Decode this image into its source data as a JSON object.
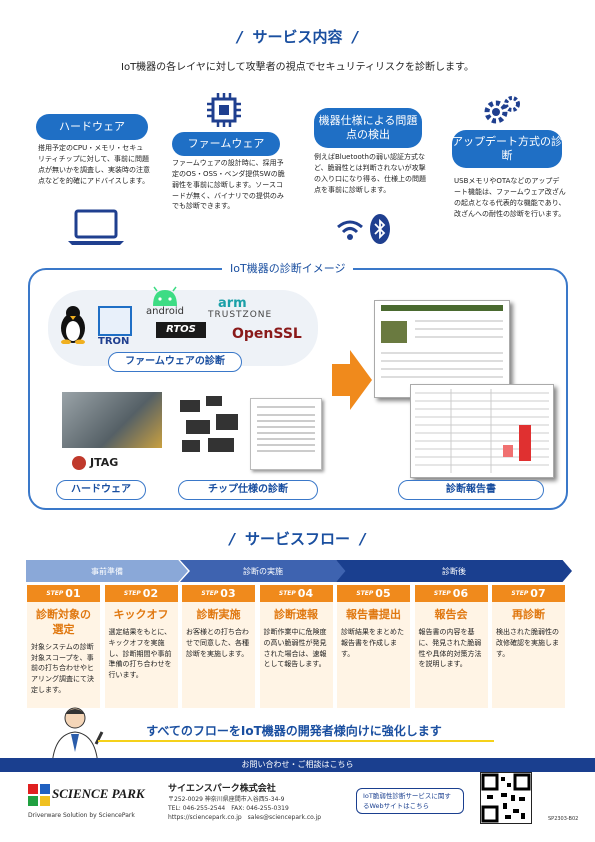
{
  "header": {
    "title": "サービス内容",
    "lead": "IoT機器の各レイヤに対して攻撃者の視点でセキュリティリスクを診断します。"
  },
  "services": [
    {
      "title": "ハードウェア",
      "text": "搭用予定のCPU・メモリ・セキュリティチップに対して、事前に問題点が無いかを調査し、実装時の注意点などを的確にアドバイスします。"
    },
    {
      "title": "ファームウェア",
      "text": "ファームウェアの設計時に、採用予定のOS・OSS・ベンダ提供SWの脆弱性を事前に診断します。ソースコードが無く、バイナリでの提供のみでも診断できます。"
    },
    {
      "title": "機器仕様による問題点の検出",
      "text": "例えばBluetoothの弱い認証方式など、脆弱性とは判断されないが攻撃の入り口になり得る、仕様上の問題点を事前に診断します。"
    },
    {
      "title": "アップデート方式の診断",
      "text": "USBメモリやOTAなどのアップデート機能は、ファームウェア改ざんの起点となる代表的な機能であり、改ざんへの耐性の診断を行います。"
    }
  ],
  "diagram": {
    "title": "IoT機器の診断イメージ",
    "logos": {
      "tron": "TRON",
      "android": "android",
      "arm": "arm",
      "trustzone": "TRUSTZONE",
      "rtos": "RTOS",
      "openssl": "OpenSSL",
      "jtag": "JTAG"
    },
    "tags": {
      "firmware": "ファームウェアの診断",
      "hardware": "ハードウェア",
      "chip": "チップ仕様の診断",
      "report": "診断報告書"
    }
  },
  "flow": {
    "title": "サービスフロー",
    "phases": [
      "事前準備",
      "診断の実施",
      "診断後"
    ],
    "step_prefix": "STEP",
    "steps": [
      {
        "no": "01",
        "name": "診断対象の\n選定",
        "desc": "対象システムの診断対象スコープを、事前の打ち合わせやヒアリング調査にて決定します。"
      },
      {
        "no": "02",
        "name": "キックオフ",
        "desc": "選定結果をもとに、キックオフを実施し、診断期間や事前準備の打ち合わせを行います。"
      },
      {
        "no": "03",
        "name": "診断実施",
        "desc": "お客様との打ち合わせで同意した、各種診断を実施します。"
      },
      {
        "no": "04",
        "name": "診断速報",
        "desc": "診断作業中に危険度の高い脆弱性が発見された場合は、速報として報告します。"
      },
      {
        "no": "05",
        "name": "報告書提出",
        "desc": "診断結果をまとめた報告書を作成します。"
      },
      {
        "no": "06",
        "name": "報告会",
        "desc": "報告書の内容を基に、発見された脆弱性や具体的対策方法を説明します。"
      },
      {
        "no": "07",
        "name": "再診断",
        "desc": "検出された脆弱性の改修確認を実施します。"
      }
    ],
    "banner": "すべてのフローをIoT機器の開発者様向けに強化します"
  },
  "footer": {
    "contact_header": "お問い合わせ・ご相談はこちら",
    "logo": "SCIENCE PARK",
    "logo_sub": "Driverware Solution by SciencePark",
    "company": "サイエンスパーク株式会社",
    "address": "〒252-0029 神奈川県座間市入谷西5-34-9",
    "tel": "TEL: 046-255-2544　FAX: 046-255-0319",
    "web": "https://sciencepark.co.jp　sales@sciencepark.co.jp",
    "link_text": "IoT脆弱性診断サービスに関するWebサイトはこちら",
    "doc_code": "SP2303-B02"
  },
  "colors": {
    "primary": "#1f6fc5",
    "orange": "#f08a1c",
    "navy": "#1a3f8f"
  }
}
